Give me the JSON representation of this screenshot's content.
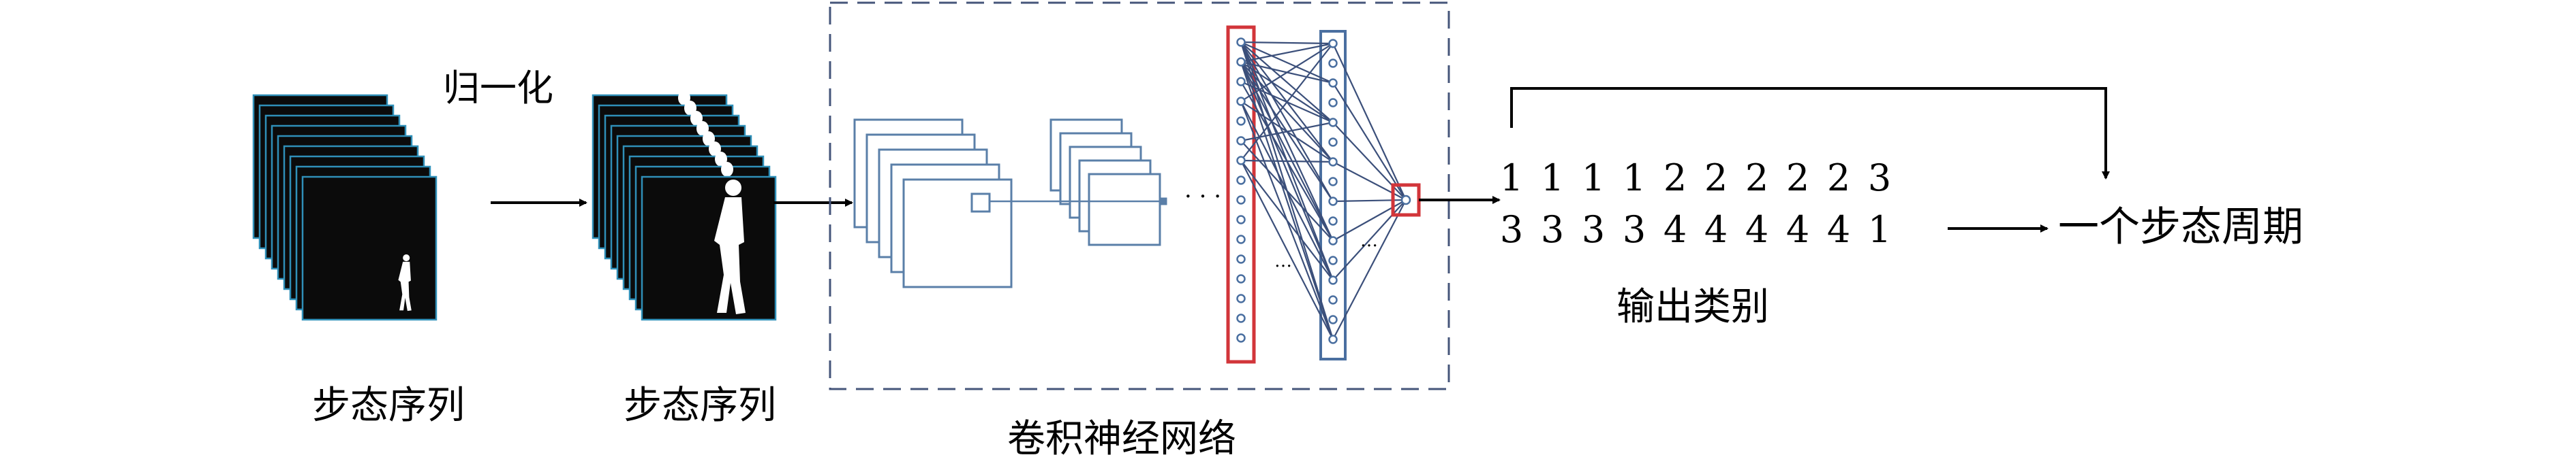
{
  "labels": {
    "normalize": "归一化",
    "sequence_raw": "步态序列",
    "sequence_normalized": "步态序列",
    "cnn": "卷积神经网络",
    "output_class": "输出类别",
    "gait_cycle": "一个步态周期",
    "dots": "· · ·",
    "ellipsis_a": "…",
    "ellipsis_b": "…"
  },
  "output_sequence": {
    "row1": [
      "1",
      "1",
      "1",
      "1",
      "2",
      "2",
      "2",
      "2",
      "2",
      "3"
    ],
    "row2": [
      "3",
      "3",
      "3",
      "3",
      "4",
      "4",
      "4",
      "4",
      "4",
      "1"
    ]
  },
  "colors": {
    "frame_border": "#2f8fb8",
    "frame_fill": "#0b0b0b",
    "silhouette": "#ffffff",
    "feature_map": "#5a7fa8",
    "fc_highlight": "#d2353a",
    "fc_plain": "#4a6fa0",
    "connection": "#3b4f7a",
    "dashed_box": "#45557a",
    "arrow": "#000000"
  },
  "icons": {
    "silhouette": "walking-person-silhouette"
  }
}
